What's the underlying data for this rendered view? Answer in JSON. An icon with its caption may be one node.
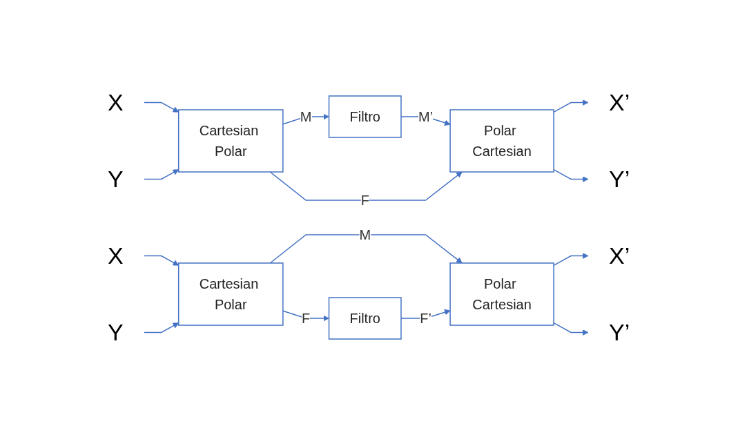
{
  "diagram": {
    "nodes": [
      {
        "text": [
          "X"
        ]
      },
      {
        "text": [
          "Y"
        ]
      },
      {
        "text": [
          "Cartesian Polar"
        ]
      },
      {
        "text": [
          "Filtro"
        ]
      },
      {
        "text": [
          "Polar Cartesian"
        ]
      },
      {
        "text": [
          "X’"
        ]
      },
      {
        "text": [
          "Y’"
        ]
      },
      {
        "text": [
          "X"
        ]
      },
      {
        "text": [
          "Y"
        ]
      },
      {
        "text": [
          "Cartesian Polar"
        ]
      },
      {
        "text": [
          "Filtro"
        ]
      },
      {
        "text": [
          "Polar Cartesian"
        ]
      },
      {
        "text": [
          "X’"
        ]
      },
      {
        "text": [
          "Y’"
        ]
      }
    ],
    "edges": [
      {
        "from": 0,
        "to": 2,
        "arrow": "to"
      },
      {
        "from": 1,
        "to": 2,
        "arrow": "to"
      },
      {
        "from": 2,
        "to": 3,
        "arrow": "to",
        "label": "M"
      },
      {
        "from": 3,
        "to": 4,
        "arrow": "to",
        "label": "M’"
      },
      {
        "from": 2,
        "to": 4,
        "arrow": "to",
        "label": "F"
      },
      {
        "from": 4,
        "to": 5,
        "arrow": "to"
      },
      {
        "from": 4,
        "to": 6,
        "arrow": "to"
      },
      {
        "from": 7,
        "to": 9,
        "arrow": "to"
      },
      {
        "from": 8,
        "to": 9,
        "arrow": "to"
      },
      {
        "from": 9,
        "to": 11,
        "arrow": "to",
        "label": "M"
      },
      {
        "from": 9,
        "to": 10,
        "arrow": "to",
        "label": "F"
      },
      {
        "from": 10,
        "to": 11,
        "arrow": "to",
        "label": "F’"
      },
      {
        "from": 11,
        "to": 12,
        "arrow": "to"
      },
      {
        "from": 11,
        "to": 13,
        "arrow": "to"
      }
    ]
  }
}
